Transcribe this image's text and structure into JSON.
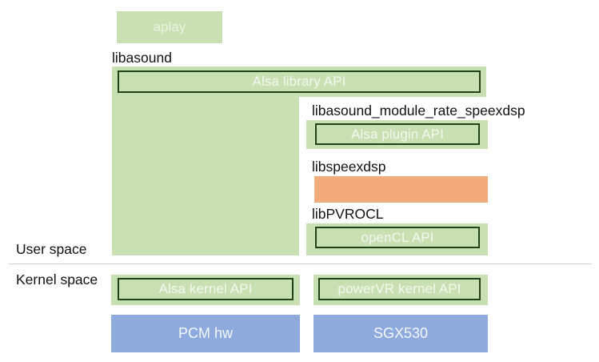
{
  "diagram": {
    "title": "ALSA audio stack layering diagram",
    "colors": {
      "green_fill": "#c8e0b2",
      "green_border": "#20431c",
      "orange_fill": "#f2ac7c",
      "blue_fill": "#8fabdd",
      "divider": "#d0d0d0",
      "background": "#ffffff",
      "box_text": "#f2f7ee",
      "caption_text": "#111111"
    },
    "space_labels": {
      "user": "User space",
      "kernel": "Kernel space"
    },
    "user_space": {
      "application": {
        "label": "aplay",
        "type": "green-panel"
      },
      "libasound": {
        "caption": "libasound",
        "api": "Alsa library API",
        "type": "green-panel-with-api-box"
      },
      "plugin": {
        "caption": "libasound_module_rate_speexdsp",
        "api": "Alsa plugin API",
        "type": "green-panel-with-api-box"
      },
      "speexdsp": {
        "caption": "libspeexdsp",
        "api": "",
        "type": "orange-block"
      },
      "pvrocl": {
        "caption": "libPVROCL",
        "api": "openCL API",
        "type": "green-panel-with-api-box"
      }
    },
    "kernel_space": {
      "alsa": {
        "api": "Alsa kernel API",
        "hardware": "PCM hw"
      },
      "powervr": {
        "api": "powerVR kernel API",
        "hardware": "SGX530"
      }
    }
  }
}
